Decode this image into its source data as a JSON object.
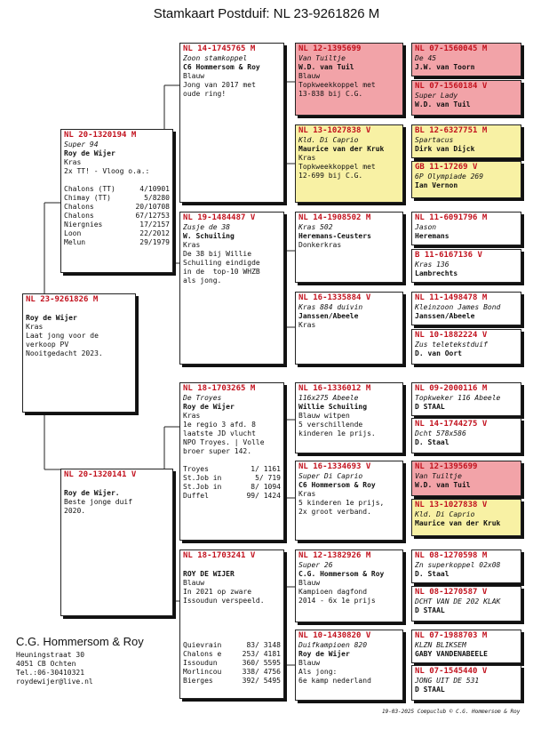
{
  "title": "Stamkaart Postduif:  NL  23-9261826 M",
  "cards": {
    "subject": {
      "ring": "NL  23-9261826 M",
      "name": "",
      "owner": "Roy de Wijer",
      "lines": [
        "Kras",
        "Laat jong voor de",
        "verkoop PV",
        "Nooitgedacht 2023."
      ],
      "results": []
    },
    "father": {
      "ring": "NL  20-1320194 M",
      "name": "Super 94",
      "owner": "Roy de Wijer",
      "lines": [
        "Kras",
        "2x TT! - Vloog o.a.:"
      ],
      "results": [
        [
          "Chalons (TT)",
          "4/10901"
        ],
        [
          "Chimay  (TT)",
          "5/8280"
        ],
        [
          "Chalons",
          "20/10708"
        ],
        [
          "Chalons",
          "67/12753"
        ],
        [
          "Niergnies",
          "17/2157"
        ],
        [
          "Loon",
          "22/2012"
        ],
        [
          "Melun",
          "29/1979"
        ]
      ]
    },
    "mother": {
      "ring": "NL  20-1320141 V",
      "name": "",
      "owner": "Roy de Wijer.",
      "lines": [
        "",
        "Beste jonge duif",
        "2020."
      ],
      "results": []
    },
    "ff": {
      "ring": "NL  14-1745765 M",
      "name": "Zoon stamkoppel",
      "owner": "C6 Hommersom & Roy",
      "lines": [
        "Blauw",
        "Jong van 2017 met",
        "oude ring!"
      ],
      "results": []
    },
    "fm": {
      "ring": "NL  19-1484487 V",
      "name": "Zusje de 38",
      "owner": "W. Schuiling",
      "lines": [
        "Kras",
        "De 38 bij Willie",
        "Schuiling eindigde",
        "in de  top-10 WHZB",
        "als jong."
      ],
      "results": []
    },
    "mf": {
      "ring": "NL  18-1703265 M",
      "name": "De Troyes",
      "owner": "Roy de Wijer",
      "lines": [
        "Kras",
        "1e regio 3 afd. 8",
        "laatste JD vlucht",
        "NPO Troyes. | Volle",
        "broer super 142."
      ],
      "results": [
        [
          "Troyes",
          "1/ 1161"
        ],
        [
          "St.Job in",
          "5/  719"
        ],
        [
          "St.Job in",
          "8/ 1094"
        ],
        [
          "Duffel",
          "99/ 1424"
        ]
      ]
    },
    "mm": {
      "ring": "NL  18-1703241 V",
      "name": "",
      "owner": "ROY DE WIJER",
      "lines": [
        "Blauw",
        "In 2021 op zware",
        "Issoudun verspeeld."
      ],
      "results": [
        [
          "Quievrain",
          "83/ 3148"
        ],
        [
          "Chalons e",
          "253/ 4181"
        ],
        [
          "Issoudun",
          "360/ 5595"
        ],
        [
          "Morlincou",
          "338/ 4756"
        ],
        [
          "Bierges",
          "392/ 5495"
        ]
      ]
    },
    "fff": {
      "ring": "NL  12-1395699",
      "name": "Van Tuiltje",
      "owner": "W.D. van Tuil",
      "lines": [
        "Blauw",
        "Topkweekkoppel met",
        "13-838 bij C.G."
      ],
      "results": []
    },
    "ffm": {
      "ring": "NL  13-1027838 V",
      "name": "Kld. Di Caprio",
      "owner": "Maurice van der Kruk",
      "lines": [
        "Kras",
        "Topkweekkoppel met",
        "12-699 bij C.G."
      ],
      "results": []
    },
    "fmf": {
      "ring": "NL  14-1908502 M",
      "name": "Kras 502",
      "owner": "Heremans-Ceusters",
      "lines": [
        "Donkerkras"
      ],
      "results": []
    },
    "fmm": {
      "ring": "NL  16-1335884 V",
      "name": "Kras 884 duivin",
      "owner": "Janssen/Abeele",
      "lines": [
        "Kras"
      ],
      "results": []
    },
    "mff": {
      "ring": "NL  16-1336012 M",
      "name": "116x275 Abeele",
      "owner": "Willie Schuiling",
      "lines": [
        "Blauw witpen",
        "5 verschillende",
        "kinderen 1e prijs."
      ],
      "results": []
    },
    "mfm": {
      "ring": "NL  16-1334693 V",
      "name": "Super Di Caprio",
      "owner": "C6 Hommersom & Roy",
      "lines": [
        "Kras",
        "5 kinderen 1e prijs,",
        "2x groot verband."
      ],
      "results": []
    },
    "mmf": {
      "ring": "NL  12-1382926 M",
      "name": "Super 26",
      "owner": "C.G. Hommersom & Roy",
      "lines": [
        "Blauw",
        "Kampioen dagfond",
        "2014 - 6x 1e prijs"
      ],
      "results": []
    },
    "mmm": {
      "ring": "NL  10-1430820 V",
      "name": "Duifkampioen 820",
      "owner": "Roy de  Wijer",
      "lines": [
        "Blauw",
        "Als jong:",
        "6e kamp nederland"
      ],
      "results": []
    },
    "g1": {
      "ring": "NL  07-1560045 M",
      "name": "De 45",
      "owner": "J.W. van Toorn"
    },
    "g2": {
      "ring": "NL  07-1560184 V",
      "name": "Super Lady",
      "owner": "W.D. van Tuil"
    },
    "g3": {
      "ring": "BL  12-6327751 M",
      "name": "Spartacus",
      "owner": "Dirk van Dijck"
    },
    "g4": {
      "ring": "GB  11-17269 V",
      "name": "6P Olympiade 269",
      "owner": "Ian Vernon"
    },
    "g5": {
      "ring": "NL  11-6091796 M",
      "name": "Jason",
      "owner": "Heremans"
    },
    "g6": {
      "ring": "B  11-6167136 V",
      "name": "Kras 136",
      "owner": "Lambrechts"
    },
    "g7": {
      "ring": "NL  11-1498478 M",
      "name": "Kleinzoon James Bond",
      "owner": "Janssen/Abeele"
    },
    "g8": {
      "ring": "NL  10-1882224 V",
      "name": "Zus teletekstduif",
      "owner": "D. van Oort"
    },
    "g9": {
      "ring": "NL  09-2000116 M",
      "name": "Topkweker 116 Abeele",
      "owner": "D STAAL"
    },
    "g10": {
      "ring": "NL  14-1744275 V",
      "name": "Dcht 578x586",
      "owner": "D. Staal"
    },
    "g11": {
      "ring": "NL  12-1395699",
      "name": "Van Tuiltje",
      "owner": "W.D. van Tuil"
    },
    "g12": {
      "ring": "NL  13-1027838 V",
      "name": "Kld. Di Caprio",
      "owner": "Maurice van der Kruk"
    },
    "g13": {
      "ring": "NL  08-1270598 M",
      "name": "Zn superkoppel 02x08",
      "owner": "D. Staal"
    },
    "g14": {
      "ring": "NL  08-1270587 V",
      "name": "DCHT VAN DE 202 KLAK",
      "owner": "D STAAL"
    },
    "g15": {
      "ring": "NL  07-1988703 M",
      "name": "KLZN BLIKSEM",
      "owner": "GABY VANDENABEELE"
    },
    "g16": {
      "ring": "NL  07-1545440 V",
      "name": "JONG UIT DE 531",
      "owner": "D STAAL"
    }
  },
  "breeder": {
    "name": "C.G. Hommersom & Roy",
    "address1": "Heuningstraat 30",
    "address2": "4051 CB  Ochten",
    "phone": "Tel.:06-30410321",
    "email": "roydewijer@live.nl"
  },
  "footer": "19-03-2025      Compuclub © C.G. Hommersom & Roy"
}
